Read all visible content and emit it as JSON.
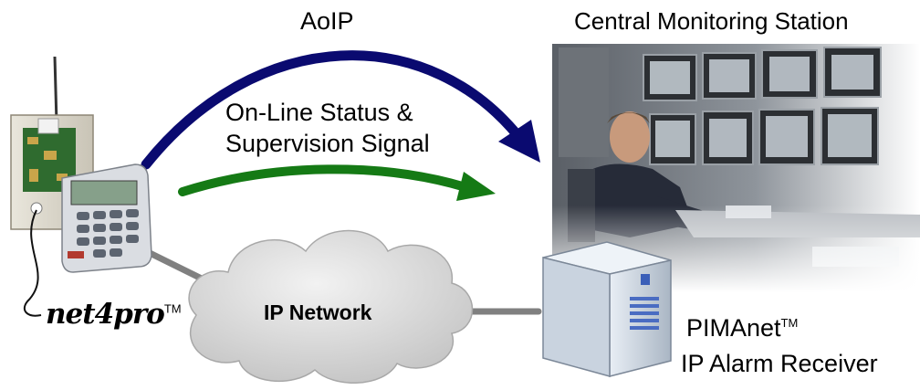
{
  "labels": {
    "aoip": "AoIP",
    "status_line1": "On-Line Status &",
    "status_line2": "Supervision Signal",
    "central_station": "Central Monitoring Station",
    "ip_network": "IP Network",
    "product_net4pro": "net4pro",
    "receiver_name": "PIMAnet",
    "receiver_desc": "IP Alarm Receiver",
    "trademark": "TM"
  },
  "colors": {
    "aoip_arrow": "#0a0a70",
    "status_arrow": "#157a15",
    "cloud": "#d9d9d9",
    "link_line": "#808080"
  },
  "icons": [
    "alarm-panel-icon",
    "keypad-icon",
    "antenna-icon",
    "cloud-icon",
    "server-tower-icon",
    "monitoring-room-photo"
  ]
}
